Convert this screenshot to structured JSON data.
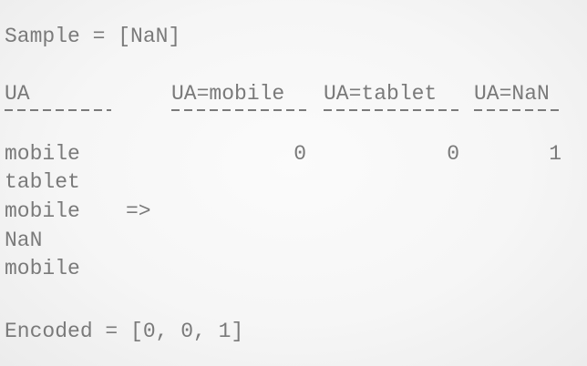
{
  "sample_line": "Sample = [NaN]",
  "table": {
    "header": {
      "ua": "UA",
      "ua_mobile": "UA=mobile",
      "ua_tablet": "UA=tablet",
      "ua_nan": "UA=NaN"
    },
    "rows": [
      "mobile",
      "tablet",
      "mobile",
      "NaN",
      "mobile"
    ],
    "arrow": "=>",
    "encoded_values": {
      "mobile": "0",
      "tablet": "0",
      "nan": "1"
    }
  },
  "encoded_line": "Encoded = [0, 0, 1]"
}
